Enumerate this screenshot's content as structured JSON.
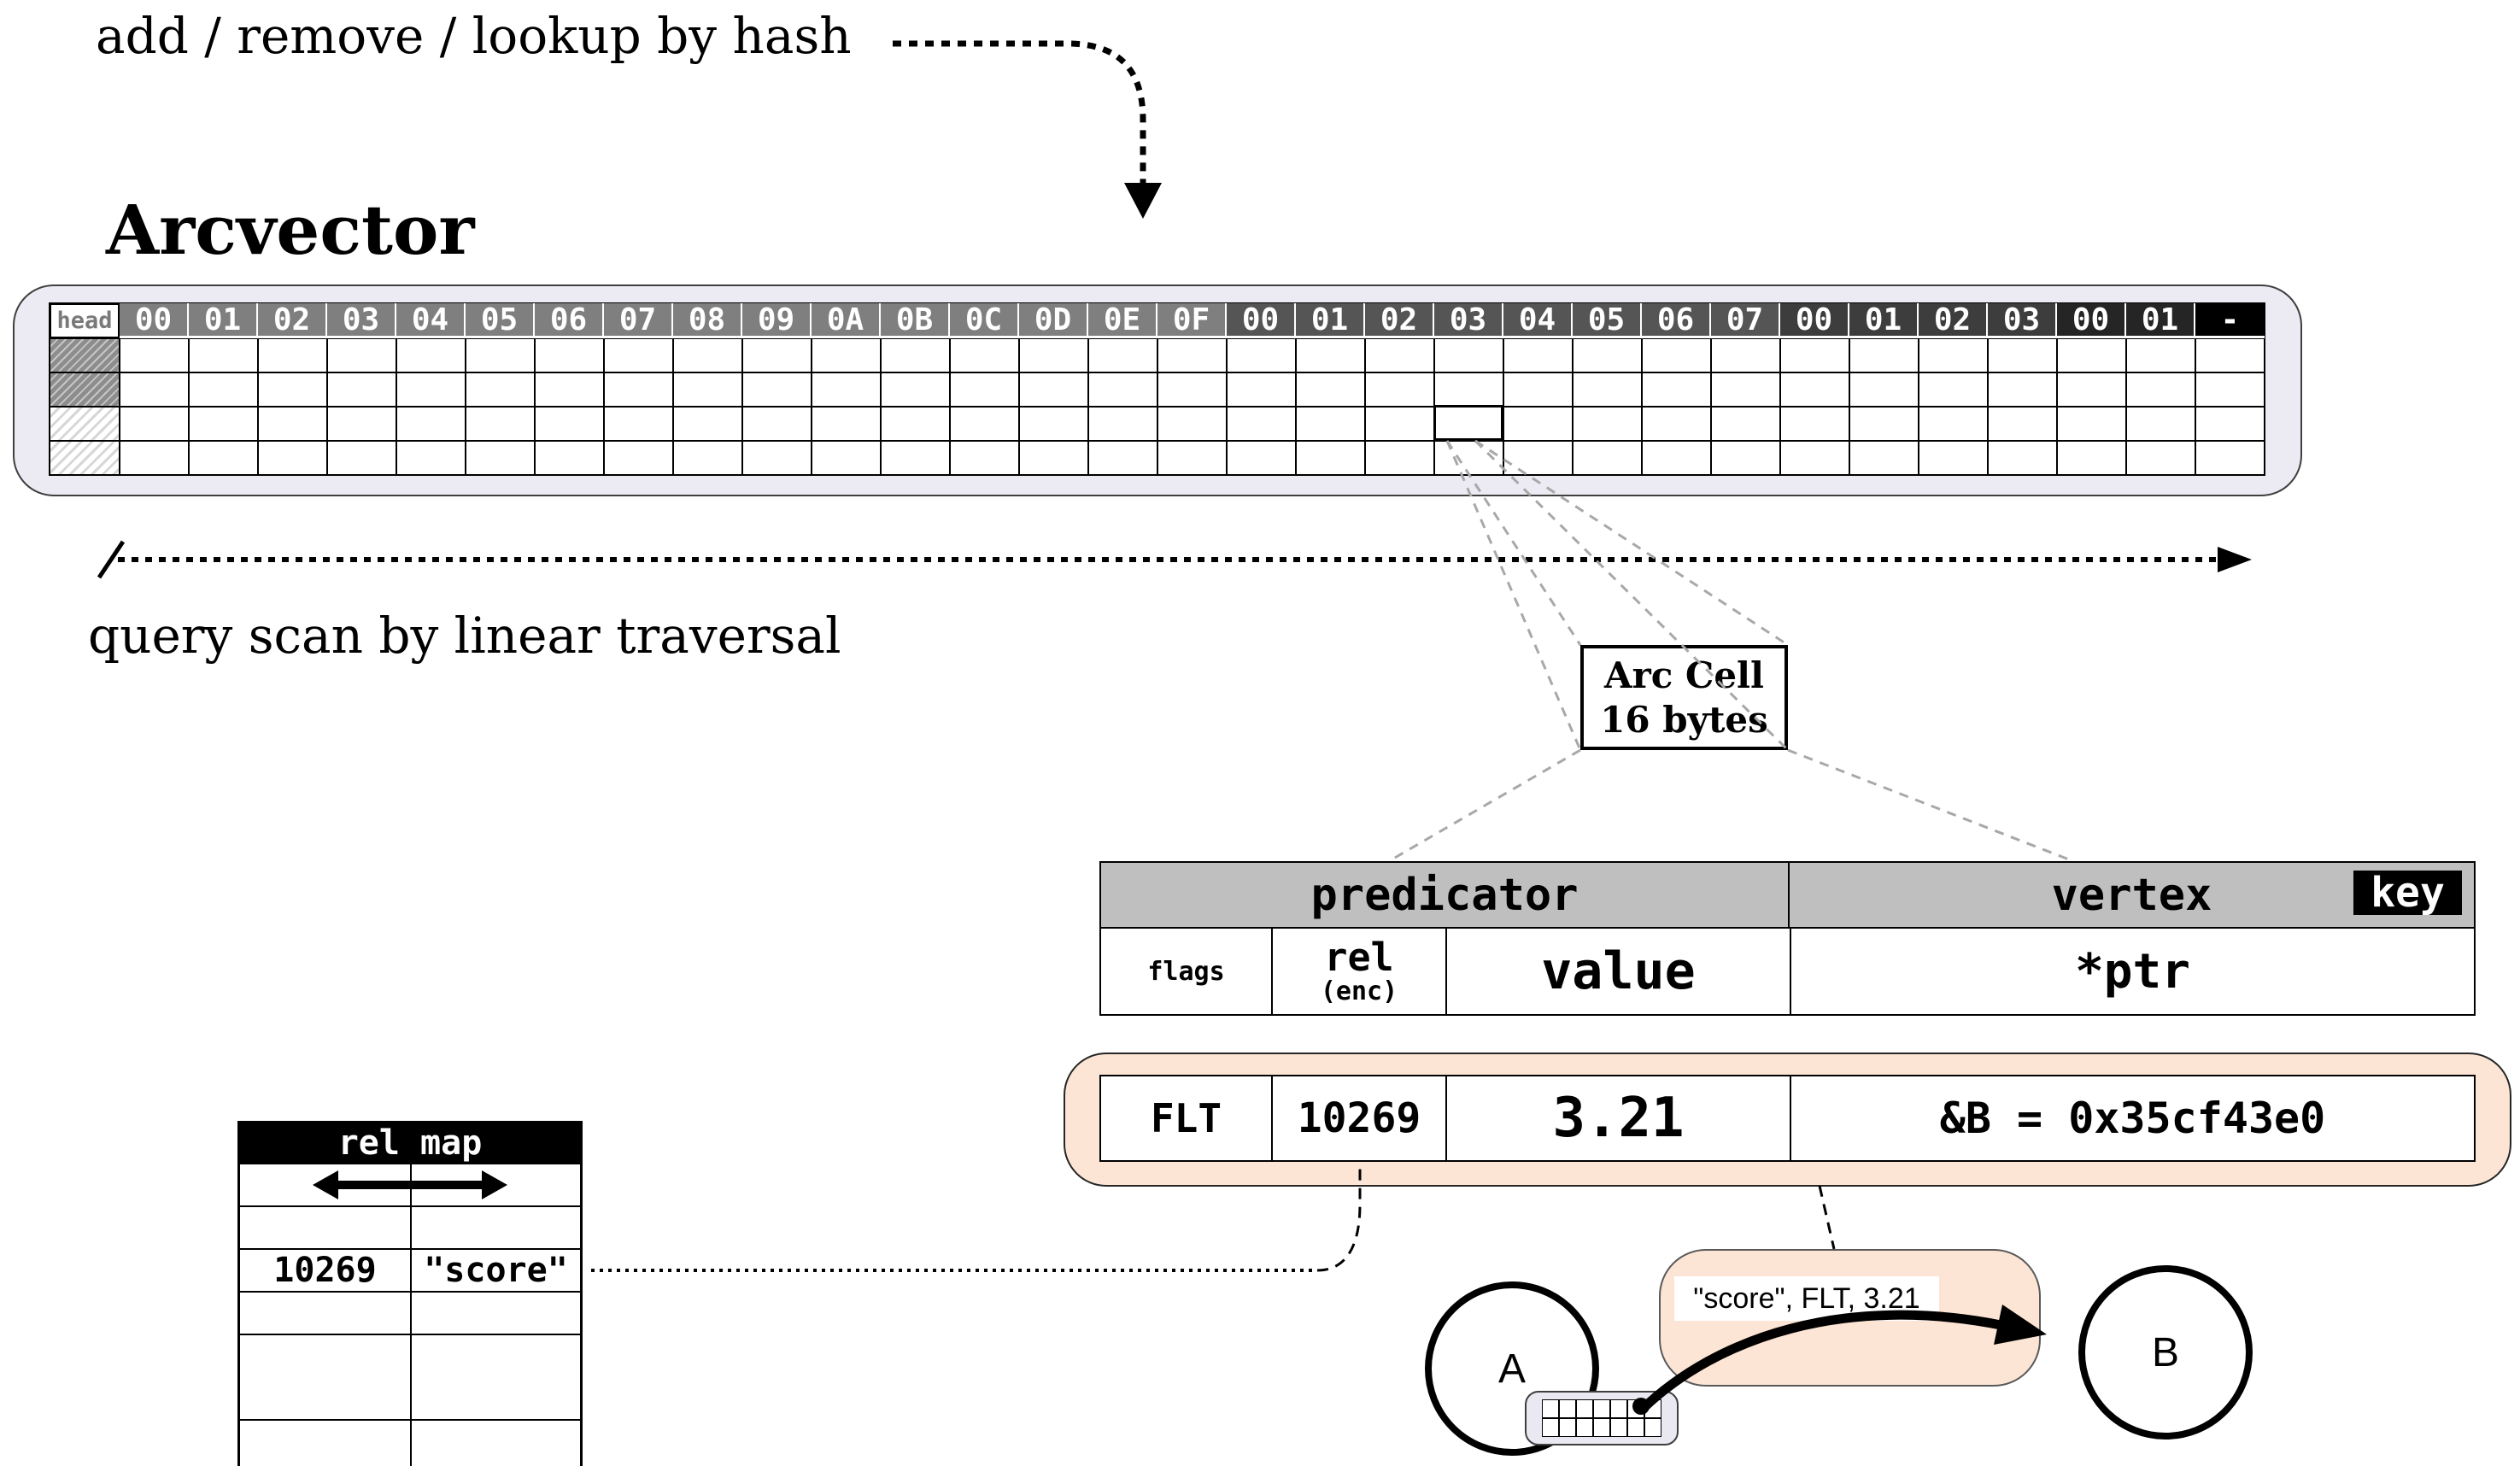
{
  "labels": {
    "hash_ops": "add / remove / lookup by hash",
    "title": "Arcvector",
    "scan": "query scan by linear traversal",
    "arc_cell_line1": "Arc Cell",
    "arc_cell_line2": "16 bytes"
  },
  "array": {
    "head_label": "head",
    "data_rows": 4,
    "groups": [
      {
        "color": "#7f7f7f",
        "cells": [
          "00",
          "01",
          "02",
          "03",
          "04",
          "05",
          "06",
          "07",
          "08",
          "09",
          "0A",
          "0B",
          "0C",
          "0D",
          "0E",
          "0F"
        ]
      },
      {
        "color": "#555555",
        "cells": [
          "00",
          "01",
          "02",
          "03",
          "04",
          "05",
          "06",
          "07"
        ]
      },
      {
        "color": "#3d3d3d",
        "cells": [
          "00",
          "01",
          "02",
          "03"
        ]
      },
      {
        "color": "#252525",
        "cells": [
          "00",
          "01"
        ]
      },
      {
        "color": "#000000",
        "cells": [
          "-"
        ]
      }
    ]
  },
  "cell_table": {
    "header_left": "predicator",
    "header_right": "vertex",
    "key_badge": "key",
    "flags": "flags",
    "rel": "rel",
    "rel_sub": "(enc)",
    "value": "value",
    "ptr": "*ptr"
  },
  "example_row": {
    "flags": "FLT",
    "rel": "10269",
    "value": "3.21",
    "ptr": "&B = 0x35cf43e0"
  },
  "rel_map": {
    "title": "rel map",
    "entry_id": "10269",
    "entry_name": "\"score\""
  },
  "graph": {
    "vertex_a": "A",
    "vertex_b": "B",
    "edge_label": "\"score\", FLT, 3.21"
  },
  "colors": {
    "peach": "#fce5d5",
    "lavender": "#ecebf3",
    "table_header_gray": "#bfbfbf",
    "connector_gray": "#a8a8a8",
    "group_grays": [
      "#7f7f7f",
      "#555555",
      "#3d3d3d",
      "#252525",
      "#000000"
    ]
  }
}
